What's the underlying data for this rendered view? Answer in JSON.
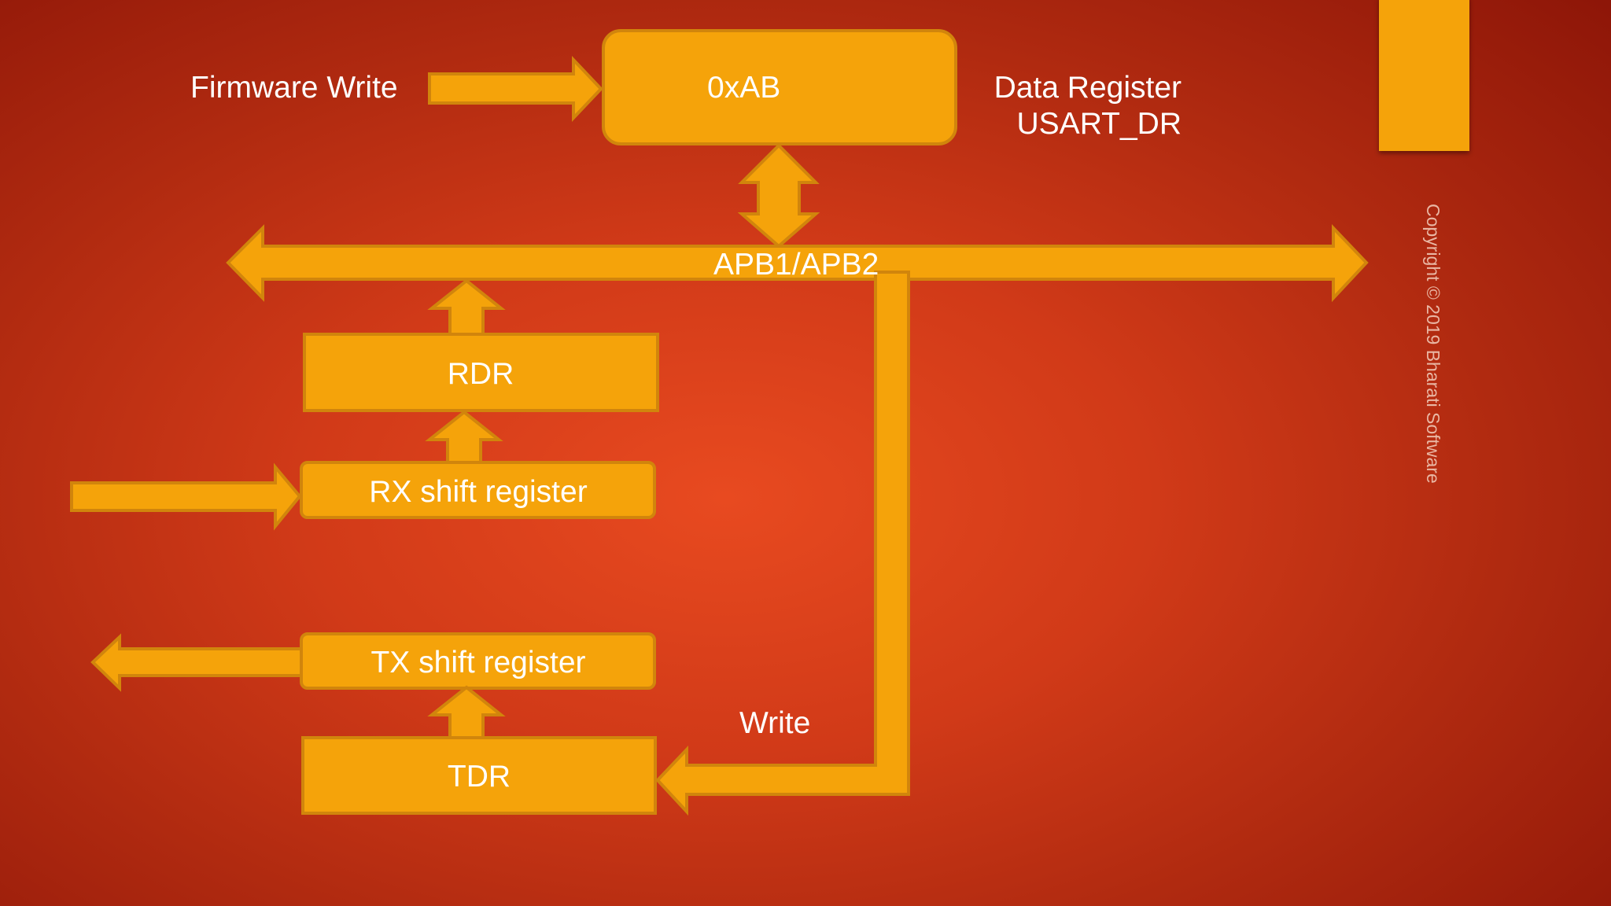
{
  "diagram": {
    "firmware_write_label": "Firmware Write",
    "data_register_value": "0xAB",
    "data_register_label_line1": "Data Register",
    "data_register_label_line2": "USART_DR",
    "bus_label": "APB1/APB2",
    "rdr_label": "RDR",
    "rx_shift_label": "RX shift register",
    "tx_shift_label": "TX shift register",
    "tdr_label": "TDR",
    "write_label": "Write",
    "copyright": "Copyright © 2019 Bharati Software"
  },
  "colors": {
    "shape_fill": "#f5a30a",
    "shape_stroke": "#d1850c",
    "background_center": "#e84a20",
    "background_edge": "#8e1608"
  }
}
